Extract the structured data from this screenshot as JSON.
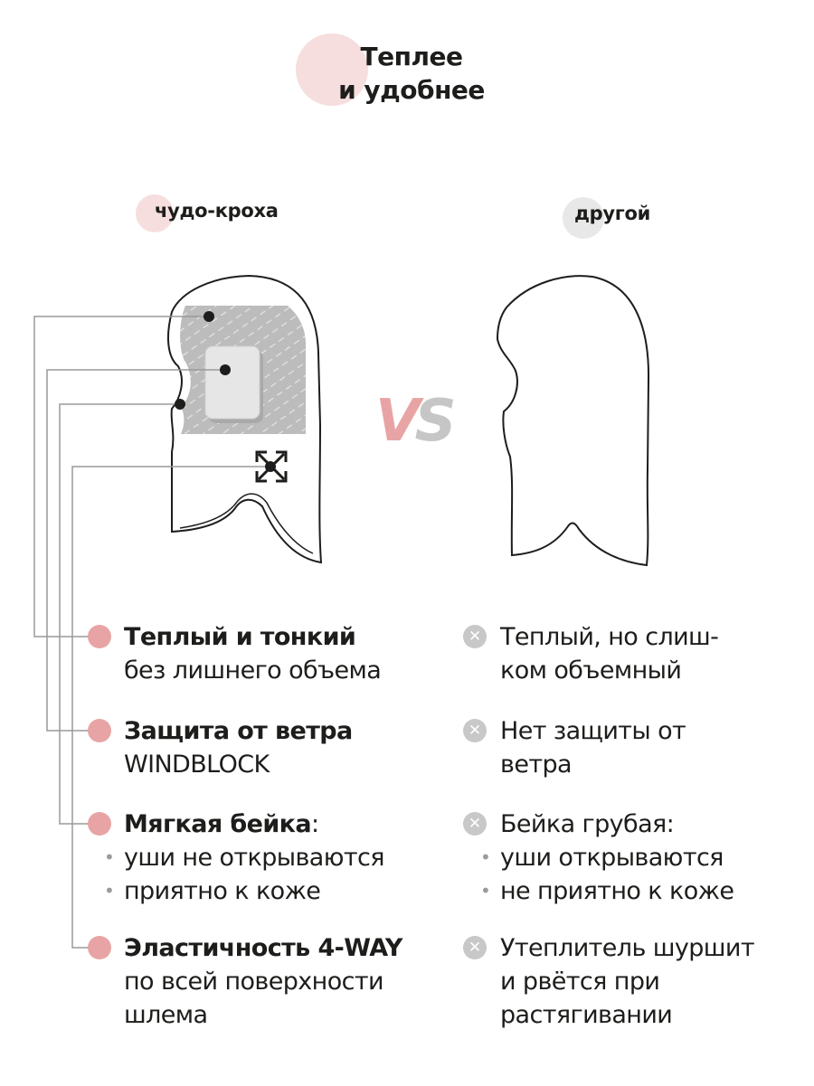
{
  "header": {
    "title_line1": "Теплее",
    "title_line2": "и удобнее"
  },
  "labels": {
    "left": "чудо-кроха",
    "right": "другой"
  },
  "vs": {
    "v": "V",
    "s": "S"
  },
  "colors": {
    "accent_pink": "#e8a4a4",
    "light_pink": "#f6dede",
    "gray_badge": "#c8c8c8",
    "text": "#1d1d1b"
  },
  "left_features": [
    {
      "title": "Теплый и тонкий",
      "lines": [
        "без лишнего объема"
      ]
    },
    {
      "title": "Защита от ветра",
      "lines": [
        "WINDBLOCK"
      ]
    },
    {
      "title": "Мягкая бейка",
      "suffix": ":",
      "bullets": [
        "уши не открываются",
        "приятно к коже"
      ]
    },
    {
      "title": "Эластичность 4-WAY",
      "lines": [
        "по всей поверхности",
        "шлема"
      ]
    }
  ],
  "right_features": [
    {
      "lines": [
        "Теплый, но слиш-",
        "ком объемный"
      ]
    },
    {
      "lines": [
        "Нет защиты от",
        "ветра"
      ]
    },
    {
      "lines": [
        "Бейка грубая:"
      ],
      "bullets": [
        "уши открываются",
        "не приятно к коже"
      ]
    },
    {
      "lines": [
        "Утеплитель шуршит",
        "и рвётся при",
        "растягивании"
      ]
    }
  ],
  "icons": {
    "left_bullet": "pink-dot-icon",
    "right_bullet": "x-circle-icon",
    "stretch": "expand-arrows-icon"
  }
}
